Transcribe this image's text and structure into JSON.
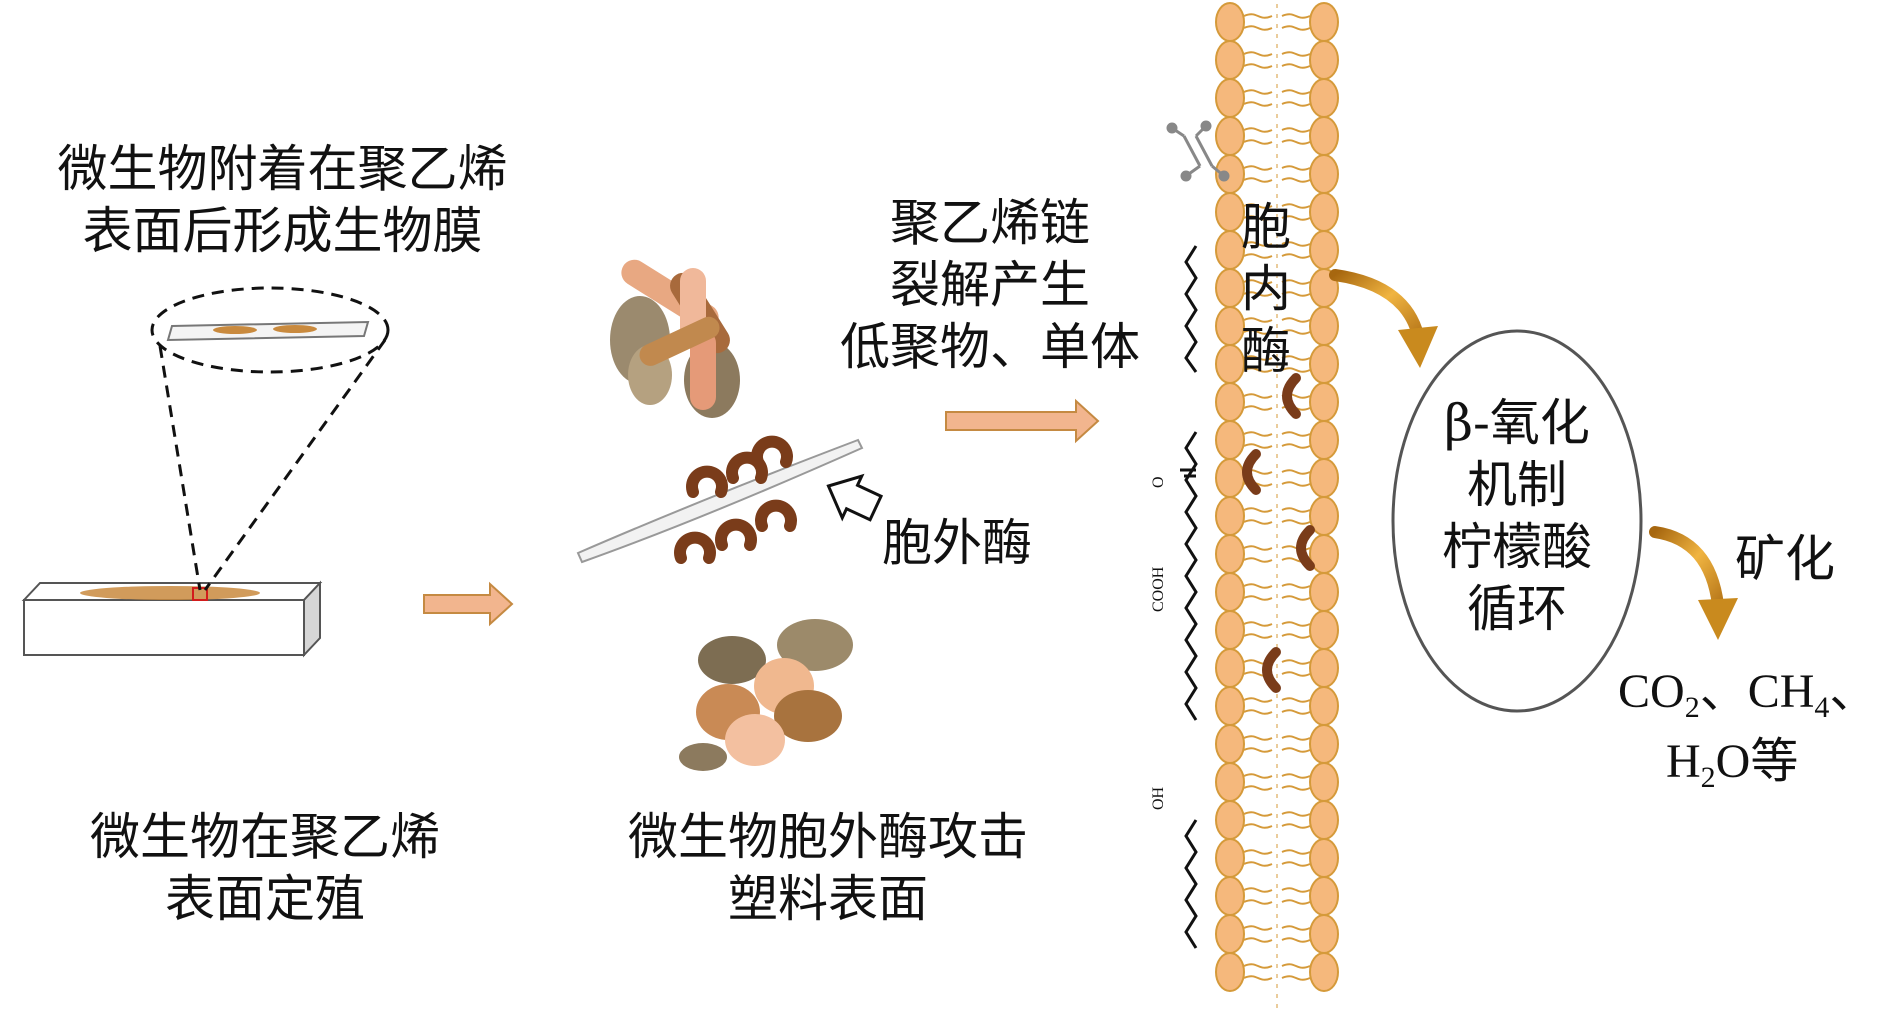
{
  "labels": {
    "biofilm_title": [
      "微生物附着在聚乙烯",
      "表面后形成生物膜"
    ],
    "colonize": [
      "微生物在聚乙烯",
      "表面定殖"
    ],
    "attack": [
      "微生物胞外酶攻击",
      "塑料表面"
    ],
    "cleave": [
      "聚乙烯链",
      "裂解产生",
      "低聚物、单体"
    ],
    "exo_enzyme": "胞外酶",
    "endo_enzyme": [
      "胞",
      "内",
      "酶"
    ],
    "metabolism": [
      "β-氧化",
      "机制",
      "柠檬酸",
      "循环"
    ],
    "mineralize": "矿化"
  },
  "products": {
    "co2": "CO",
    "co2_sub": "2",
    "sep1": "、",
    "ch4": "CH",
    "ch4_sub": "4",
    "sep2": "、",
    "h2o_h": "H",
    "h2o_sub": "2",
    "h2o_rest": "O等"
  },
  "functional_groups": {
    "carbonyl": "O",
    "carboxyl": "COOH",
    "hydroxyl": "OH"
  },
  "colors": {
    "arrow_fill": "#f2b58e",
    "arrow_stroke": "#c58a42",
    "membrane_head": "#f5b87c",
    "membrane_stroke": "#d59a3a",
    "enzyme": "#7a3c1a",
    "curved_arrow": "#d99a2a"
  }
}
